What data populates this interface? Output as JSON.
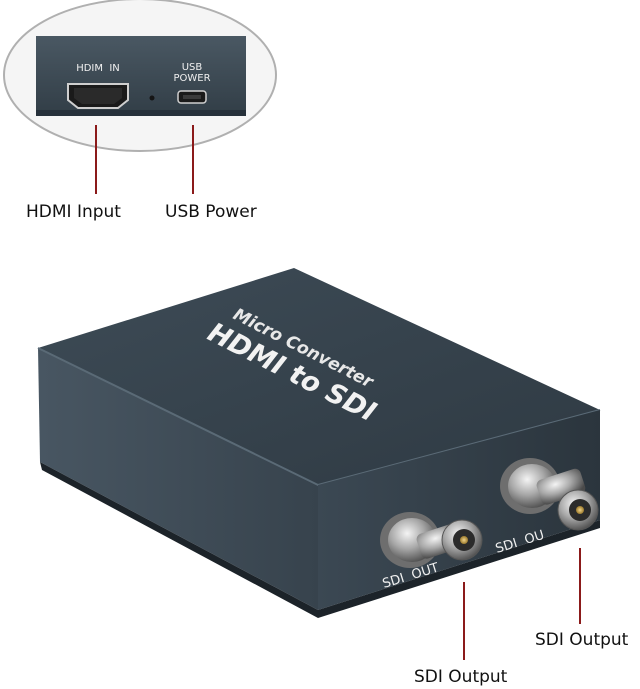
{
  "callouts": {
    "hdmi_input": "HDMI Input",
    "usb_power": "USB Power",
    "sdi_output_left": "SDI Output",
    "sdi_output_right": "SDI Output"
  },
  "panel": {
    "hdmi_port_label": "HDIM  IN",
    "usb_label_line1": "USB",
    "usb_label_line2": "POWER"
  },
  "device": {
    "title_line1": "Micro Converter",
    "title_line2": "HDMI to SDI",
    "port_label_left": "SDI  OUT",
    "port_label_right": "SDI  OU"
  },
  "colors": {
    "device_body": "#3a4752",
    "leader_line": "#8b1a1a",
    "callout_ellipse": "#b0b0b0"
  }
}
